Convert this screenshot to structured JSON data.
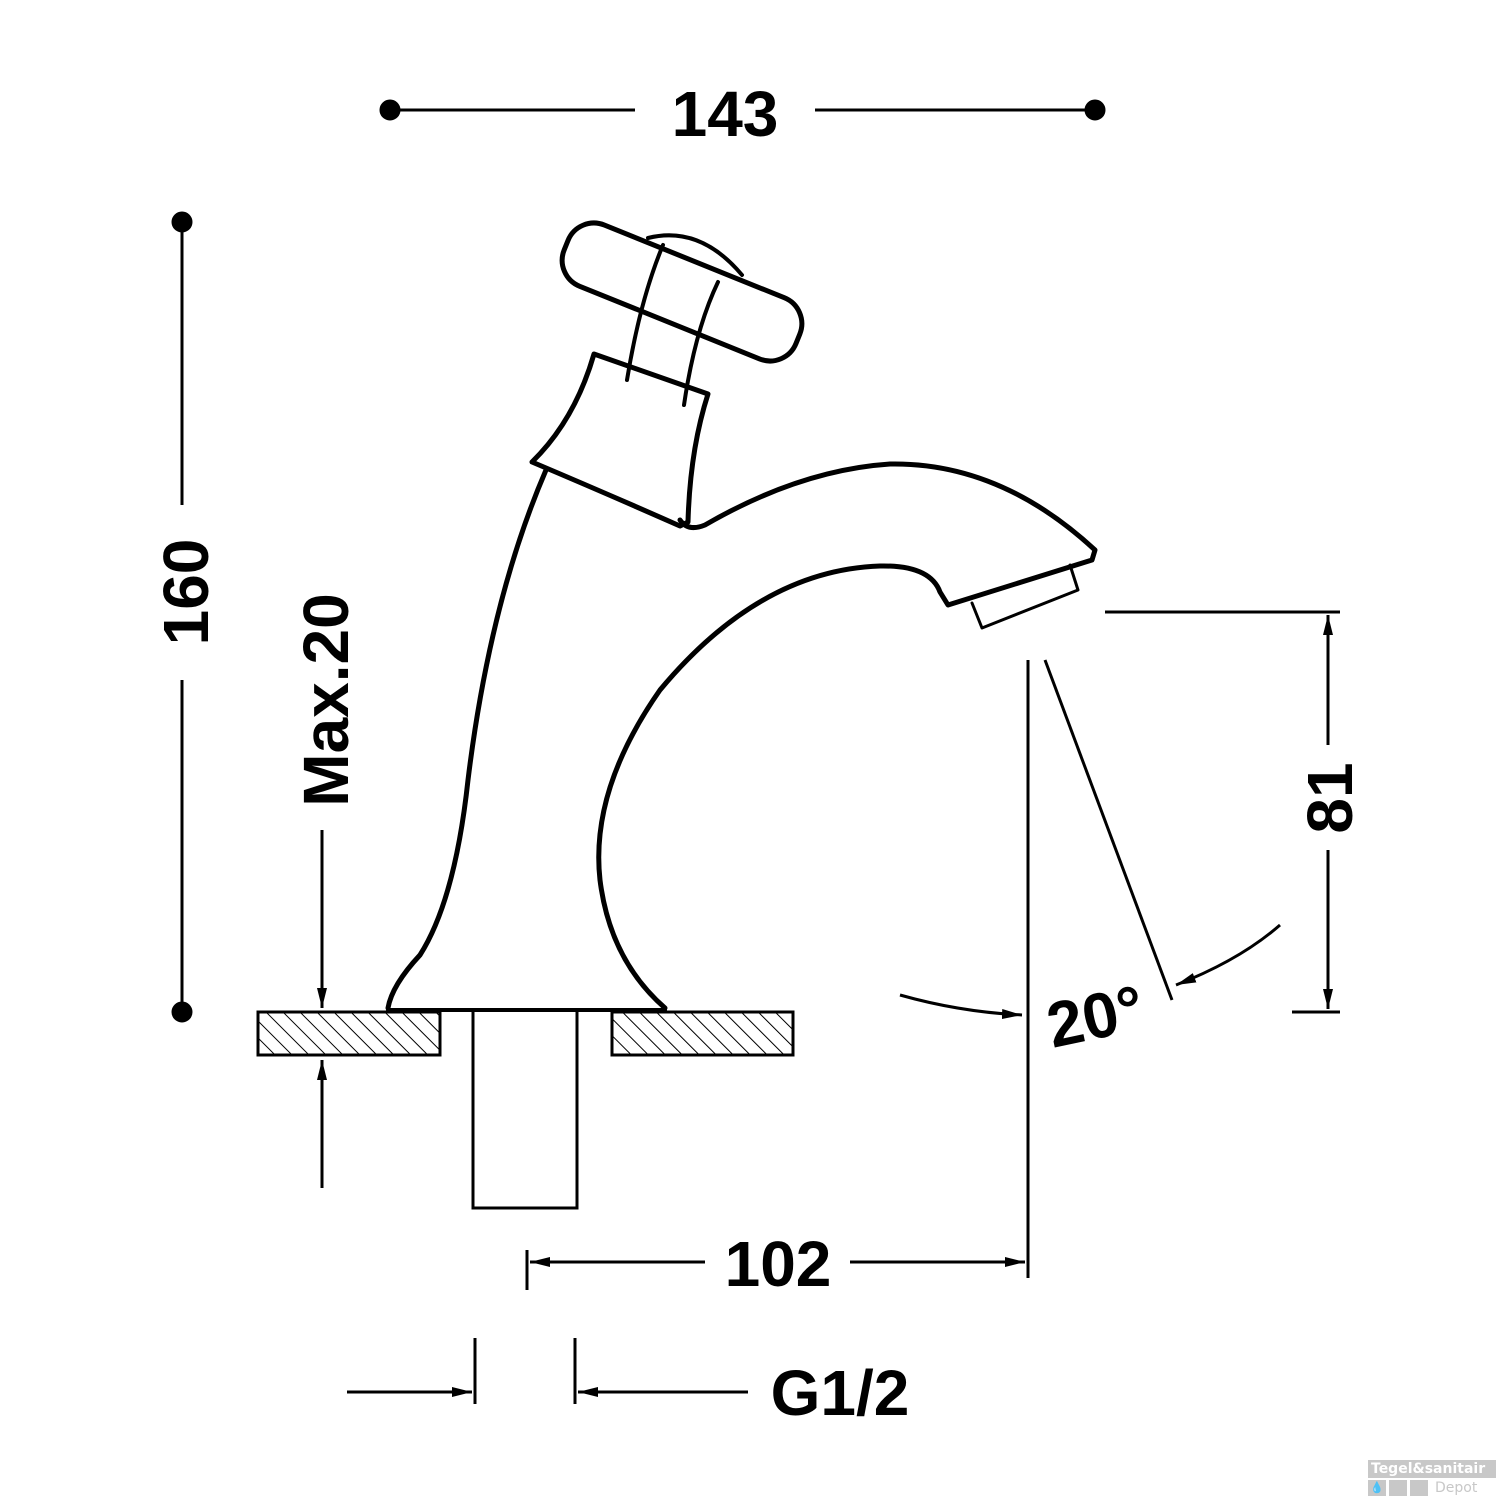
{
  "dimensions": {
    "overall_width": "143",
    "overall_height": "160",
    "deck_thickness": "Max.20",
    "spout_height": "81",
    "spout_reach": "102",
    "angle": "20°",
    "connection": "G1/2"
  },
  "watermark": {
    "line1": "Tegel&sanitair",
    "line2": "Depot"
  },
  "colors": {
    "line": "#000000",
    "watermark": "#c8c8c8"
  }
}
